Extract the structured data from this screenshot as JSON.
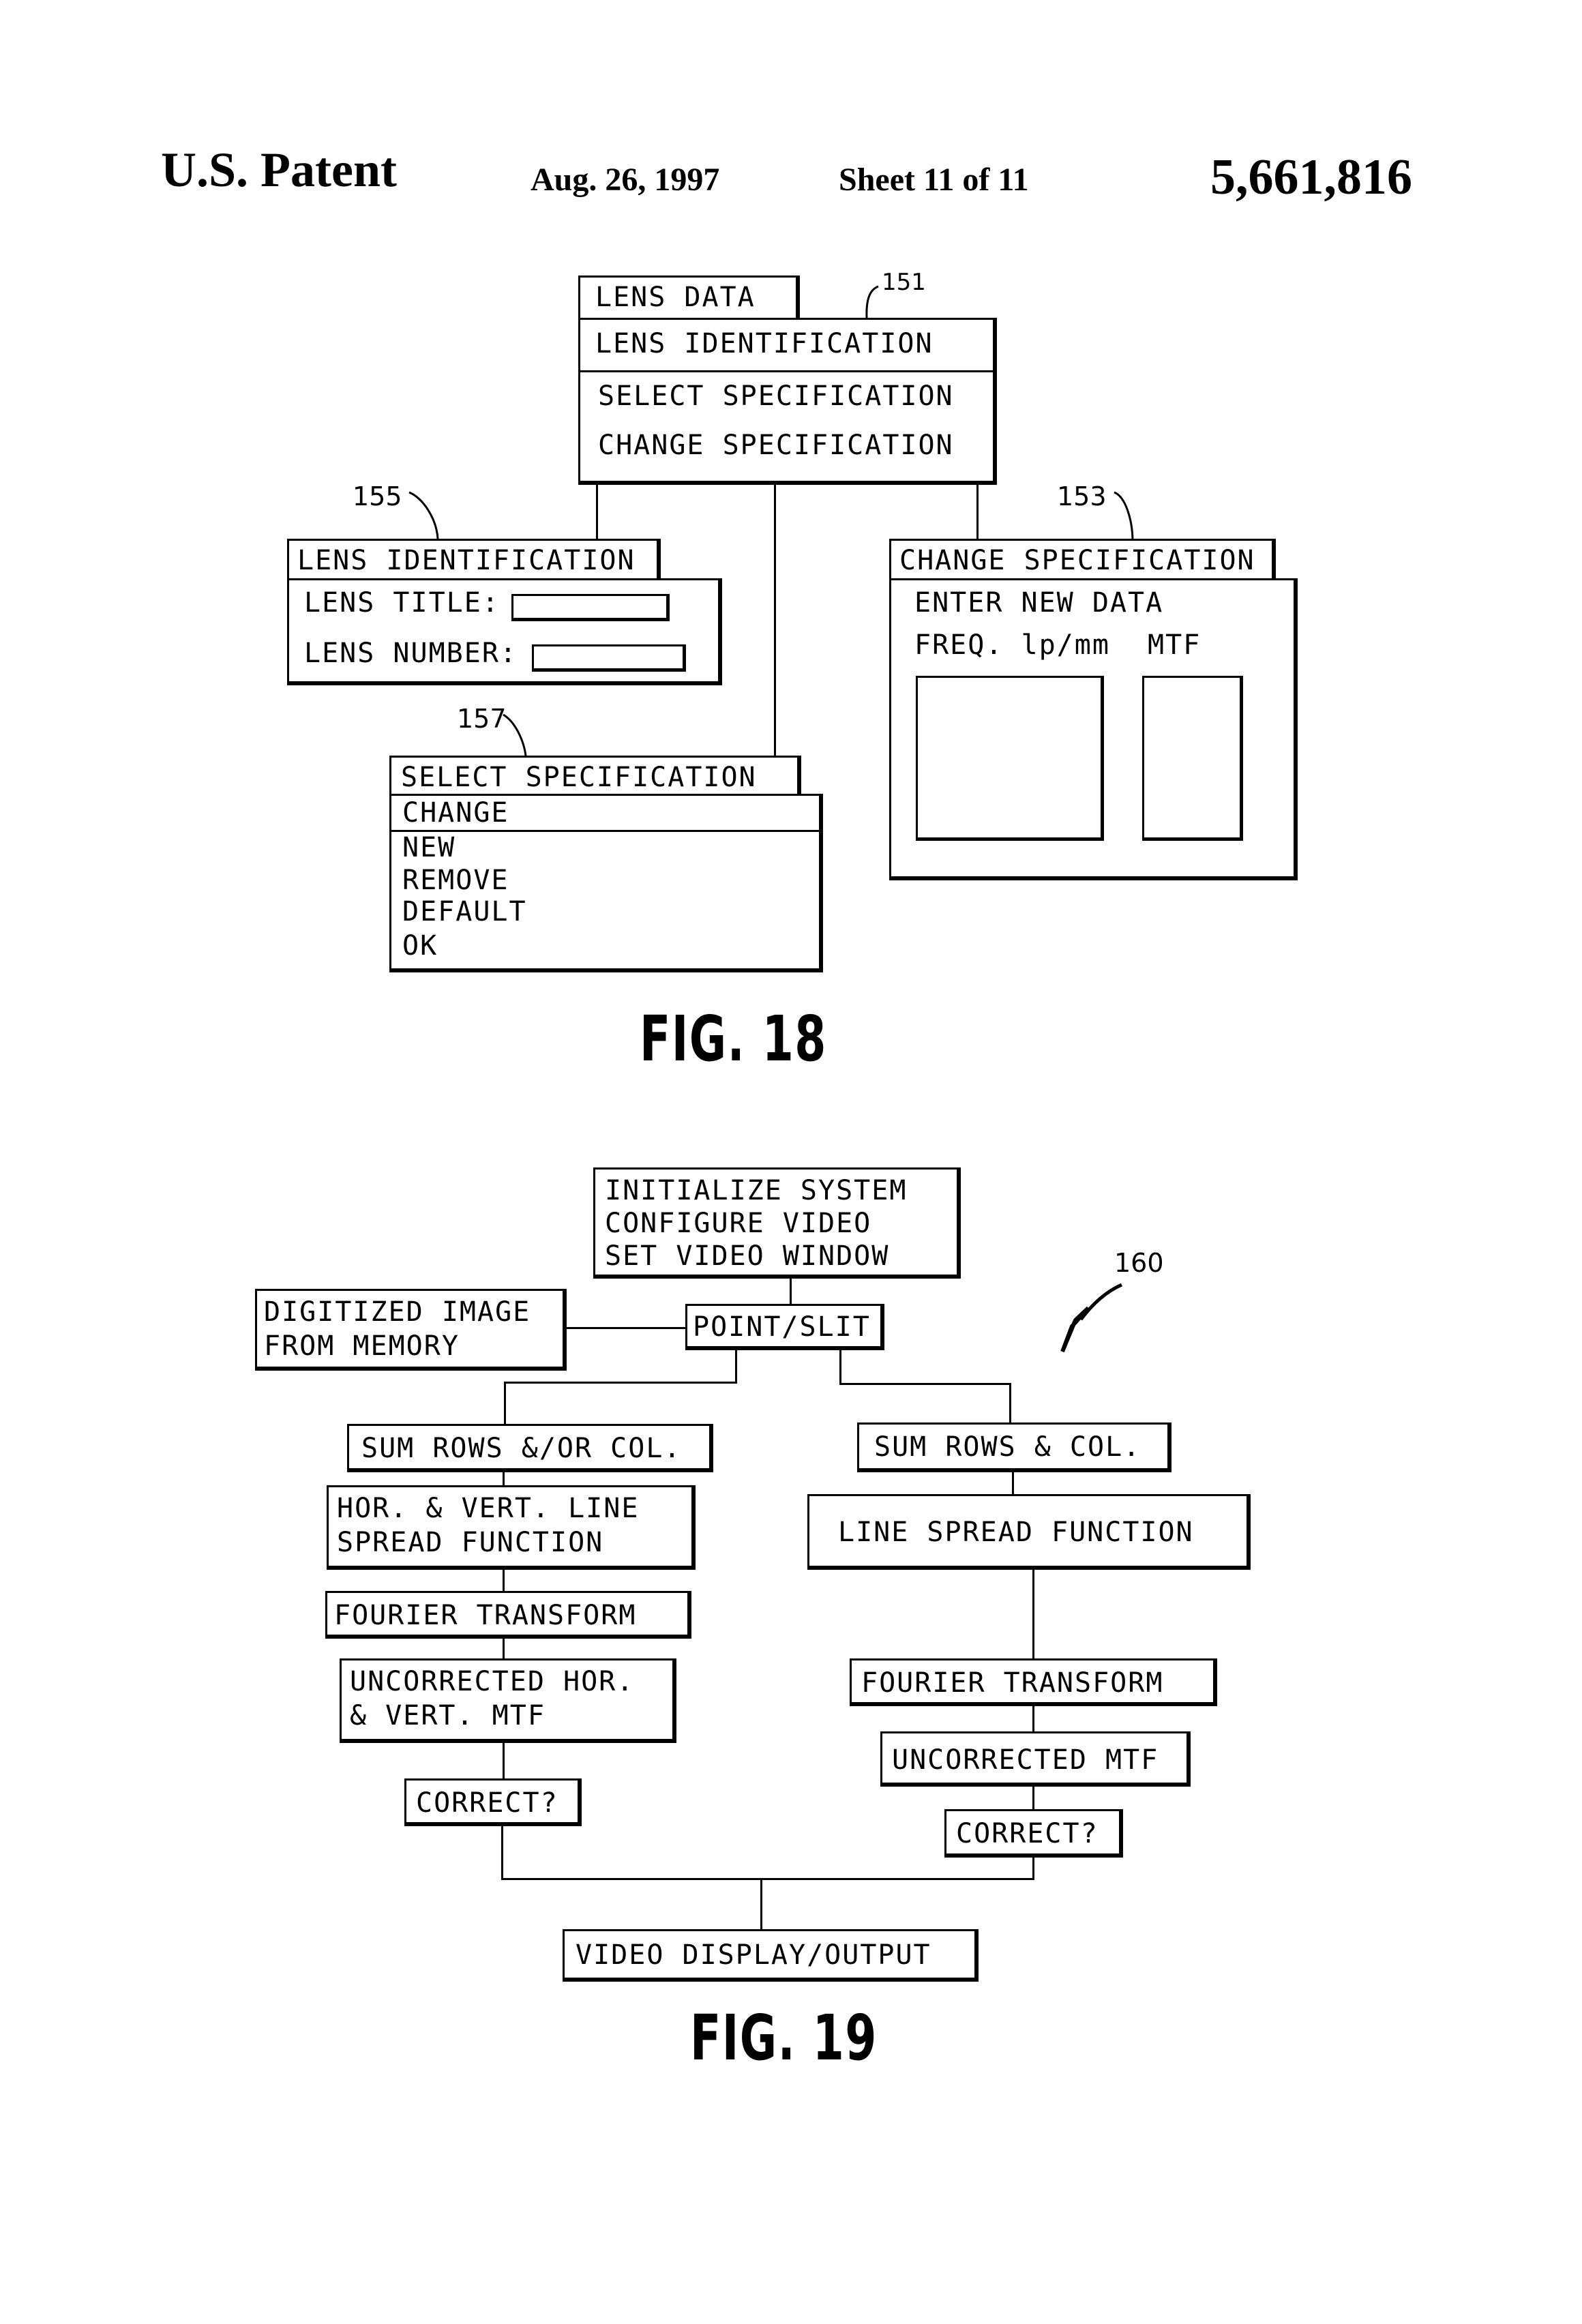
{
  "header": {
    "left": "U.S. Patent",
    "date": "Aug. 26, 1997",
    "sheet": "Sheet 11 of 11",
    "patent_number": "5,661,816"
  },
  "fig18": {
    "caption": "FIG. 18",
    "lens_data_menu": {
      "ref": "151",
      "title": "LENS DATA",
      "items": [
        "LENS IDENTIFICATION",
        "SELECT SPECIFICATION",
        "CHANGE SPECIFICATION"
      ]
    },
    "lens_identification": {
      "ref": "155",
      "title": "LENS IDENTIFICATION",
      "fields": [
        {
          "label": "LENS TITLE:",
          "value": ""
        },
        {
          "label": "LENS NUMBER:",
          "value": ""
        }
      ]
    },
    "change_specification": {
      "ref": "153",
      "title": "CHANGE SPECIFICATION",
      "prompt": "ENTER NEW DATA",
      "col_freq": "FREQ. lp/mm",
      "col_mtf": "MTF"
    },
    "select_specification": {
      "ref": "157",
      "title": "SELECT SPECIFICATION",
      "selected": "CHANGE",
      "items": [
        "NEW",
        "REMOVE",
        "DEFAULT",
        "OK"
      ]
    }
  },
  "fig19": {
    "caption": "FIG. 19",
    "ref": "160",
    "init": [
      "INITIALIZE SYSTEM",
      "CONFIGURE VIDEO",
      "SET VIDEO WINDOW"
    ],
    "digitized": [
      "DIGITIZED IMAGE",
      "FROM MEMORY"
    ],
    "point_slit": "POINT/SLIT",
    "left_branch": {
      "sum": "SUM ROWS &/OR COL.",
      "lsf": [
        "HOR. & VERT. LINE",
        "SPREAD FUNCTION"
      ],
      "ft": "FOURIER TRANSFORM",
      "uncorrected": [
        "UNCORRECTED HOR.",
        "& VERT. MTF"
      ],
      "correct": "CORRECT?"
    },
    "right_branch": {
      "sum": "SUM ROWS & COL.",
      "lsf": "LINE SPREAD FUNCTION",
      "ft": "FOURIER TRANSFORM",
      "uncorrected": "UNCORRECTED MTF",
      "correct": "CORRECT?"
    },
    "output": "VIDEO DISPLAY/OUTPUT"
  }
}
